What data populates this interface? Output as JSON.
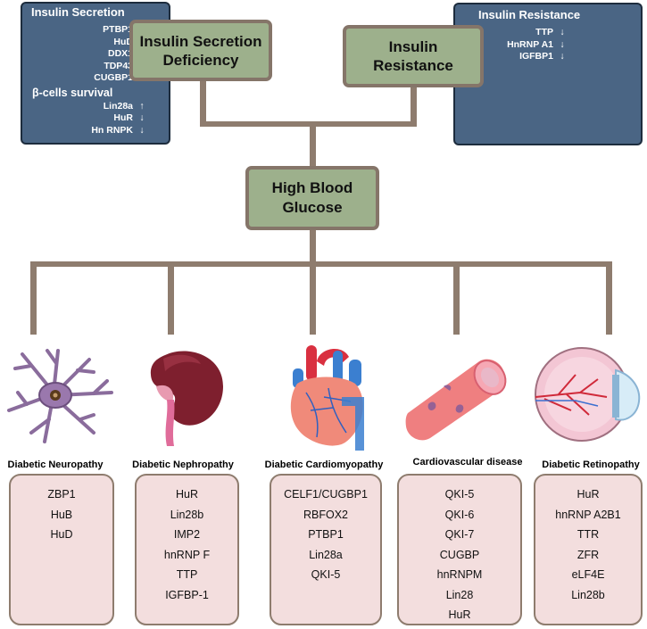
{
  "insulin_secretion_box": {
    "title": "Insulin Secretion",
    "rows_top": [
      {
        "label": "PTBP1",
        "arrow": "↑"
      },
      {
        "label": "HuD",
        "arrow": "↑"
      },
      {
        "label": "DDX1",
        "arrow": "↑"
      },
      {
        "label": "TDP43",
        "arrow": "↑"
      },
      {
        "label": "CUGBP1",
        "arrow": "↓"
      }
    ],
    "subtitle": "β-cells survival",
    "rows_bottom": [
      {
        "label": "Lin28a",
        "arrow": "↑"
      },
      {
        "label": "HuR",
        "arrow": "↓"
      },
      {
        "label": "Hn RNPK",
        "arrow": "↓"
      }
    ]
  },
  "insulin_resistance_box": {
    "title": "Insulin Resistance",
    "rows": [
      {
        "label": "TTP",
        "arrow": "↓"
      },
      {
        "label": "HnRNP A1",
        "arrow": "↓"
      },
      {
        "label": "IGFBP1",
        "arrow": "↓"
      }
    ]
  },
  "nodes": {
    "secretion_deficiency": "Insulin Secretion Deficiency",
    "resistance": "Insulin Resistance",
    "high_glucose": "High Blood Glucose"
  },
  "diseases": [
    {
      "name": "Diabetic Neuropathy",
      "icon": "neuron-icon",
      "items": [
        "ZBP1",
        "HuB",
        "HuD"
      ]
    },
    {
      "name": "Diabetic Nephropathy",
      "icon": "kidney-icon",
      "items": [
        "HuR",
        "Lin28b",
        "IMP2",
        "hnRNP F",
        "TTP",
        "IGFBP-1"
      ]
    },
    {
      "name": "Diabetic Cardiomyopathy",
      "icon": "heart-icon",
      "items": [
        "CELF1/CUGBP1",
        "RBFOX2",
        "PTBP1",
        "Lin28a",
        "QKI-5"
      ]
    },
    {
      "name": "Cardiovascular disease",
      "icon": "blood-vessel-icon",
      "items": [
        "QKI-5",
        "QKI-6",
        "QKI-7",
        "CUGBP",
        "hnRNPM",
        "Lin28",
        "HuR"
      ]
    },
    {
      "name": "Diabetic Retinopathy",
      "icon": "eye-icon",
      "items": [
        "HuR",
        "hnRNP A2B1",
        "TTR",
        "ZFR",
        "eLF4E",
        "Lin28b"
      ]
    }
  ],
  "colors": {
    "blue_box": "#4a6584",
    "green_box": "#9db08c",
    "connector": "#8e7c6e",
    "pink_box": "#f3dede"
  }
}
